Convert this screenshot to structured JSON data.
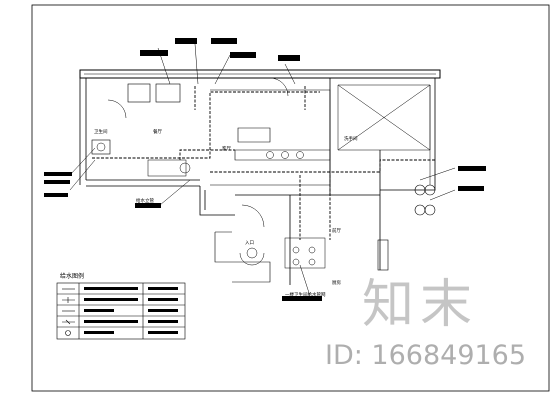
{
  "drawing": {
    "legend_title": "给水图例",
    "rooms": {
      "bathroom": "卫生间",
      "dining": "餐厅",
      "living": "客厅",
      "toilet": "洗手间",
      "hall": "前厅",
      "entry": "入口",
      "kitchen": "厨房"
    },
    "annotations": [
      "一楼卫生间给水管网",
      "给水立管"
    ]
  },
  "watermark": {
    "logo_text": "知末",
    "id_text": "ID: 166849165"
  },
  "colors": {
    "line": "#000000",
    "background": "#ffffff",
    "watermark": "#9a9a9a"
  }
}
